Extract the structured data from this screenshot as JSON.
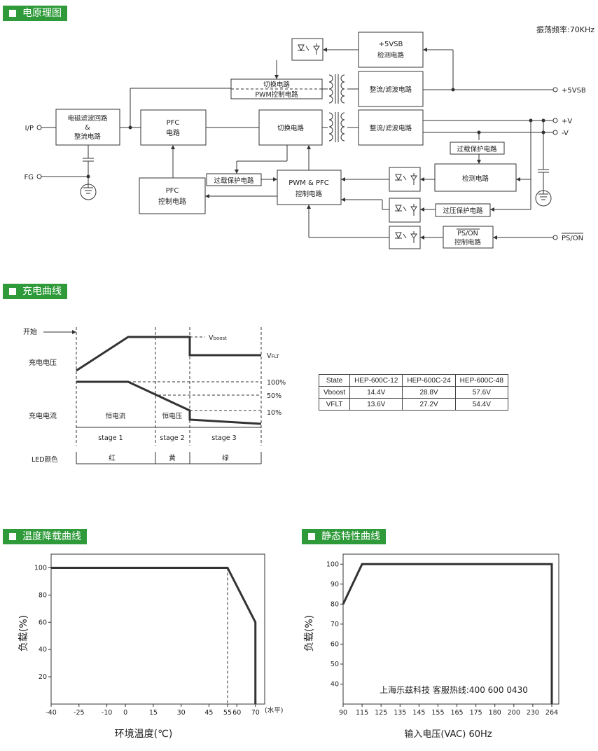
{
  "sections": {
    "block": "电原理图",
    "charge": "充电曲线",
    "derating": "温度降载曲线",
    "static": "静态特性曲线"
  },
  "block_diagram": {
    "freq": "振荡频率:70KHz",
    "emi_l1": "电磁滤波回路",
    "emi_l2": "&",
    "emi_l3": "整流电路",
    "pfc_l1": "PFC",
    "pfc_l2": "电路",
    "sw_pwm_l1": "切换电路",
    "sw_pwm_l2": "PWM控制电路",
    "sw": "切换电路",
    "vsb_l1": "+5VSB",
    "vsb_l2": "检测电路",
    "rect1": "整流/滤波电路",
    "rect2": "整流/滤波电路",
    "ovp_top": "过载保护电路",
    "ovp_left": "过载保护电路",
    "pwmpfc_l1": "PWM & PFC",
    "pwmpfc_l2": "控制电路",
    "pfcctl_l1": "PFC",
    "pfcctl_l2": "控制电路",
    "detect": "检测电路",
    "ovp2": "过压保护电路",
    "pson_l1": "PS/ON",
    "pson_l2": "控制电路",
    "ip": "I/P",
    "fg": "FG",
    "out_5vsb": "+5VSB",
    "out_pv": "+V",
    "out_nv": "-V",
    "out_pson": "PS/ON"
  },
  "charge_curve": {
    "start": "开始",
    "charge_voltage": "充电电压",
    "charge_current": "充电电流",
    "vboost": "Vboost",
    "vflt": "VFLT",
    "p100": "100%",
    "p50": "50%",
    "p10": "10%",
    "const_current": "恒电流",
    "const_voltage": "恒电压",
    "stage1": "stage 1",
    "stage2": "stage 2",
    "stage3": "stage 3",
    "led_color": "LED颜色",
    "red": "红",
    "yellow": "黄",
    "green": "绿"
  },
  "spec_table": {
    "header": [
      "State",
      "HEP-600C-12",
      "HEP-600C-24",
      "HEP-600C-48"
    ],
    "rows": [
      [
        "Vboost",
        "14.4V",
        "28.8V",
        "57.6V"
      ],
      [
        "VFLT",
        "13.6V",
        "27.2V",
        "54.4V"
      ]
    ]
  },
  "chart_data": [
    {
      "type": "line",
      "title": "温度降载曲线",
      "xlabel": "环境温度(℃)",
      "ylabel": "负载(%)",
      "x_unit_note": "(水平)",
      "x_ticks": [
        "-40",
        "-25",
        "-10",
        "0",
        "15",
        "30",
        "45",
        "55",
        "60",
        "70"
      ],
      "y_ticks": [
        "20",
        "40",
        "60",
        "80",
        "100"
      ],
      "xlim": [
        -40,
        75
      ],
      "ylim": [
        0,
        110
      ],
      "series": [
        {
          "x": [
            -40,
            55,
            70,
            70
          ],
          "y": [
            100,
            100,
            60,
            0
          ]
        }
      ],
      "reference_lines": [
        {
          "x": 55
        }
      ]
    },
    {
      "type": "line",
      "title": "静态特性曲线",
      "xlabel": "输入电压(VAC) 60Hz",
      "ylabel": "负载(%)",
      "x_ticks": [
        "90",
        "115",
        "125",
        "135",
        "145",
        "155",
        "165",
        "175",
        "180",
        "200",
        "230",
        "264"
      ],
      "y_ticks": [
        "40",
        "50",
        "60",
        "70",
        "80",
        "90",
        "100"
      ],
      "ylim": [
        30,
        105
      ],
      "series": [
        {
          "x": [
            90,
            115,
            264,
            264
          ],
          "y": [
            80,
            100,
            100,
            30
          ]
        }
      ],
      "annotation": "上海乐兹科技 客服热线:400 600 0430"
    }
  ]
}
